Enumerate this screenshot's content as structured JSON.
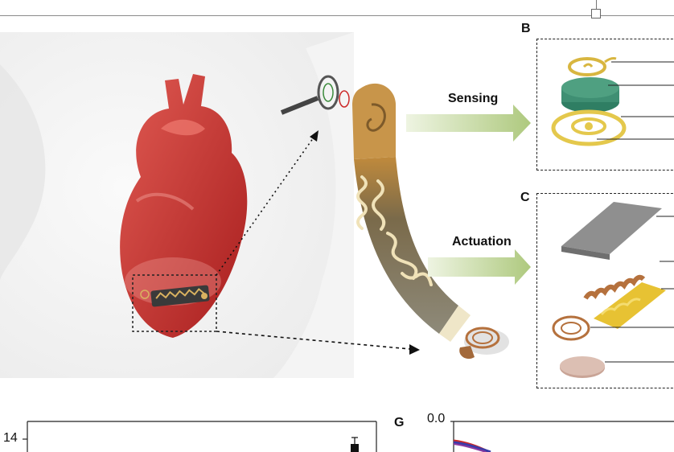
{
  "panels": {
    "b": "B",
    "c": "C",
    "g": "G"
  },
  "arrows": {
    "sensing": "Sensing",
    "actuation": "Actuation"
  },
  "plots": {
    "left": {
      "ytick_top": "14"
    },
    "right": {
      "ytick_top": "0.0"
    }
  },
  "colors": {
    "heart": "#c9302c",
    "device_gold": "#c89a4a",
    "sense_arrow": "#b8cf8a",
    "film_green": "#3f8f73",
    "coil_copper": "#b5713d"
  }
}
